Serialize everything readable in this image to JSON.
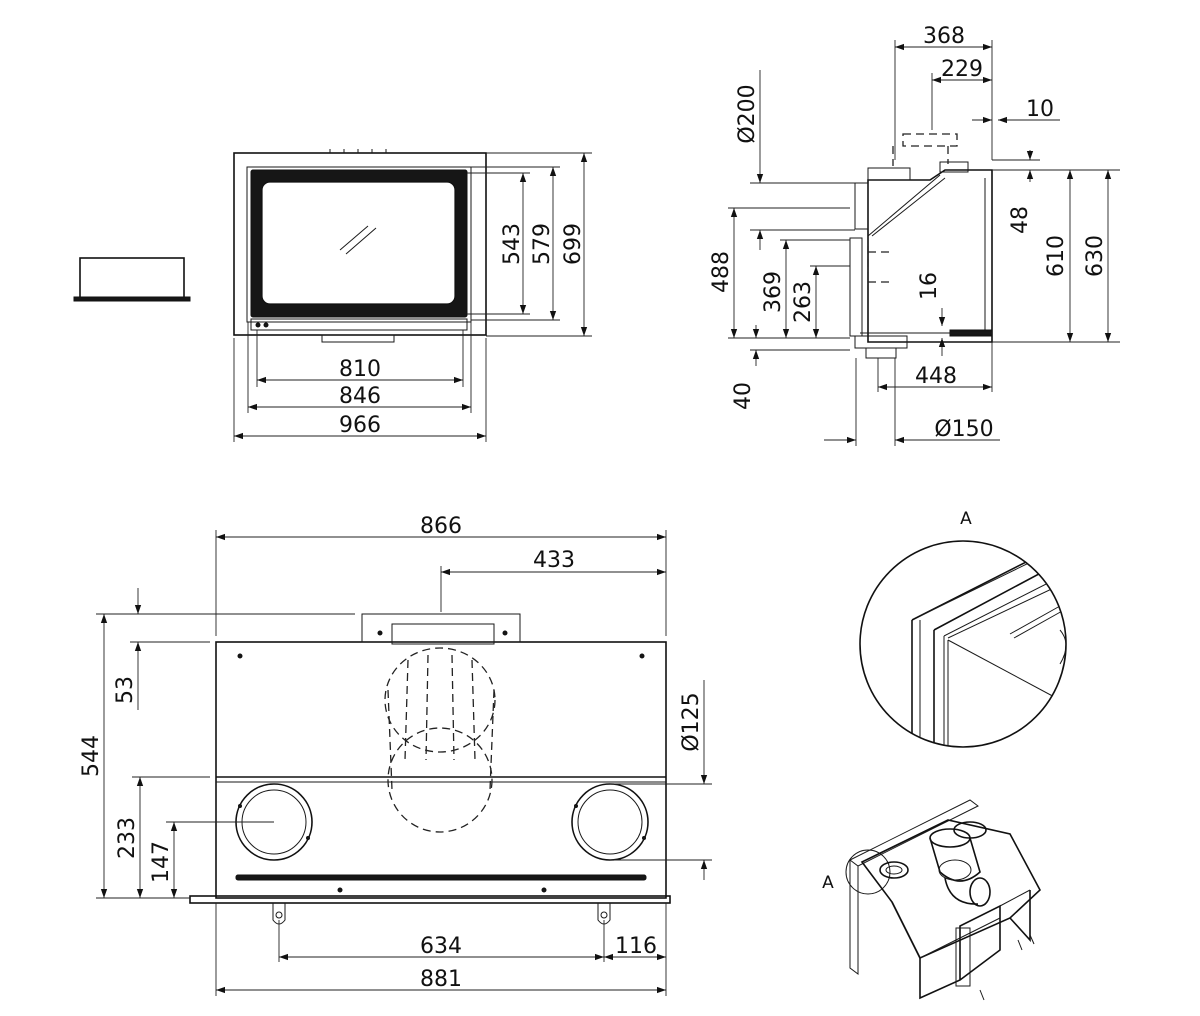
{
  "front_view": {
    "dims": {
      "w810": "810",
      "w846": "846",
      "w966": "966",
      "h543": "543",
      "h579": "579",
      "h699": "699"
    }
  },
  "side_view": {
    "dims": {
      "d368": "368",
      "d229": "229",
      "d10": "10",
      "dia200": "Ø200",
      "d48": "48",
      "d610": "610",
      "d630": "630",
      "d488": "488",
      "d369": "369",
      "d263": "263",
      "d16": "16",
      "d40": "40",
      "d448": "448",
      "dia150": "Ø150"
    }
  },
  "top_view": {
    "dims": {
      "d866": "866",
      "d433": "433",
      "d544": "544",
      "d53": "53",
      "d233": "233",
      "d147": "147",
      "dia125": "Ø125",
      "d634": "634",
      "d116": "116",
      "d881": "881"
    }
  },
  "detail": {
    "label": "A"
  },
  "isometric": {
    "label": "A"
  }
}
